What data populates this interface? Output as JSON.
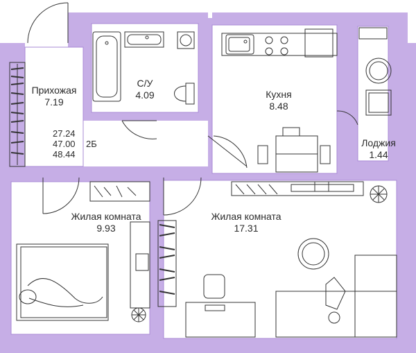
{
  "plan": {
    "rooms": [
      {
        "id": "hall",
        "name": "Прихожая",
        "area": "7.19"
      },
      {
        "id": "bath",
        "name": "С/У",
        "area": "4.09"
      },
      {
        "id": "kitchen",
        "name": "Кухня",
        "area": "8.48"
      },
      {
        "id": "loggia",
        "name": "Лоджия",
        "area": "1.44"
      },
      {
        "id": "bedroom",
        "name": "Жилая комната",
        "area": "9.93"
      },
      {
        "id": "living",
        "name": "Жилая комната",
        "area": "17.31"
      }
    ],
    "summary": {
      "living_area": "27.24",
      "total_area": "47.00",
      "total_with_loggia": "48.44",
      "type": "2Б"
    }
  },
  "colors": {
    "wall": "#c6aee6",
    "wall_edge": "#a98bd6",
    "floor": "#ffffff",
    "furniture": "#3a3a3a"
  }
}
